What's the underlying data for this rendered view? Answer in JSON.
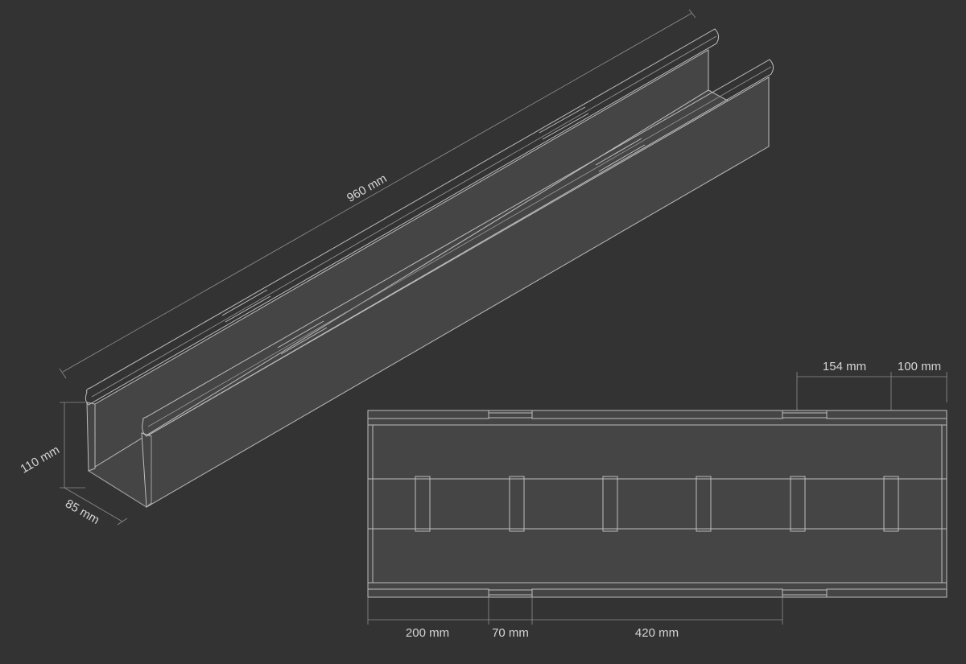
{
  "iso_view": {
    "length_label": "960 mm",
    "height_label": "110 mm",
    "width_label": "85 mm"
  },
  "plan_view": {
    "top_dims": [
      "154 mm",
      "100 mm"
    ],
    "bottom_dims": [
      "200 mm",
      "70 mm",
      "420 mm"
    ]
  },
  "colors": {
    "background": "#333333",
    "line": "#bdbdbd",
    "face": "#454545",
    "text": "#d4d4d4"
  }
}
